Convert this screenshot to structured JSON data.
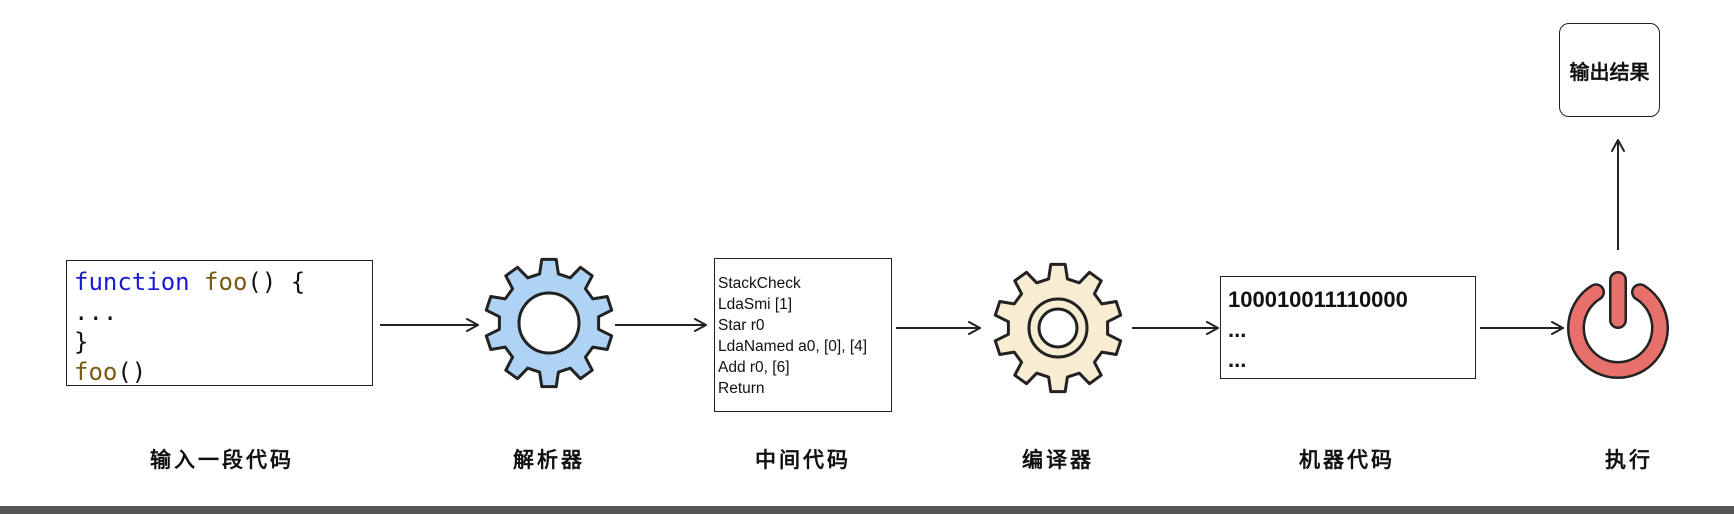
{
  "steps": {
    "input": {
      "label": "输入一段代码",
      "code": {
        "line1_keyword": "function",
        "line1_name": "foo",
        "line1_rest": "() {",
        "line2": "...",
        "line3": "}",
        "line4_name": "foo",
        "line4_rest": "()"
      }
    },
    "parser": {
      "label": "解析器",
      "icon": "gear-icon",
      "color": "#aed3f5"
    },
    "bytecode": {
      "label": "中间代码",
      "lines": [
        "StackCheck",
        "LdaSmi [1]",
        "Star r0",
        "LdaNamed a0, [0], [4]",
        "Add r0, [6]",
        "Return"
      ]
    },
    "compiler": {
      "label": "编译器",
      "icon": "gear-icon",
      "color": "#f8ecd3"
    },
    "machine_code": {
      "label": "机器代码",
      "lines": [
        "100010011110000",
        "...",
        "..."
      ]
    },
    "execute": {
      "label": "执行",
      "icon": "power-icon",
      "color": "#e8706a"
    },
    "output": {
      "label": "输出结果"
    }
  },
  "colors": {
    "keyword": "#1a1ad6",
    "function_name": "#7a5a10",
    "stroke": "#222222"
  }
}
